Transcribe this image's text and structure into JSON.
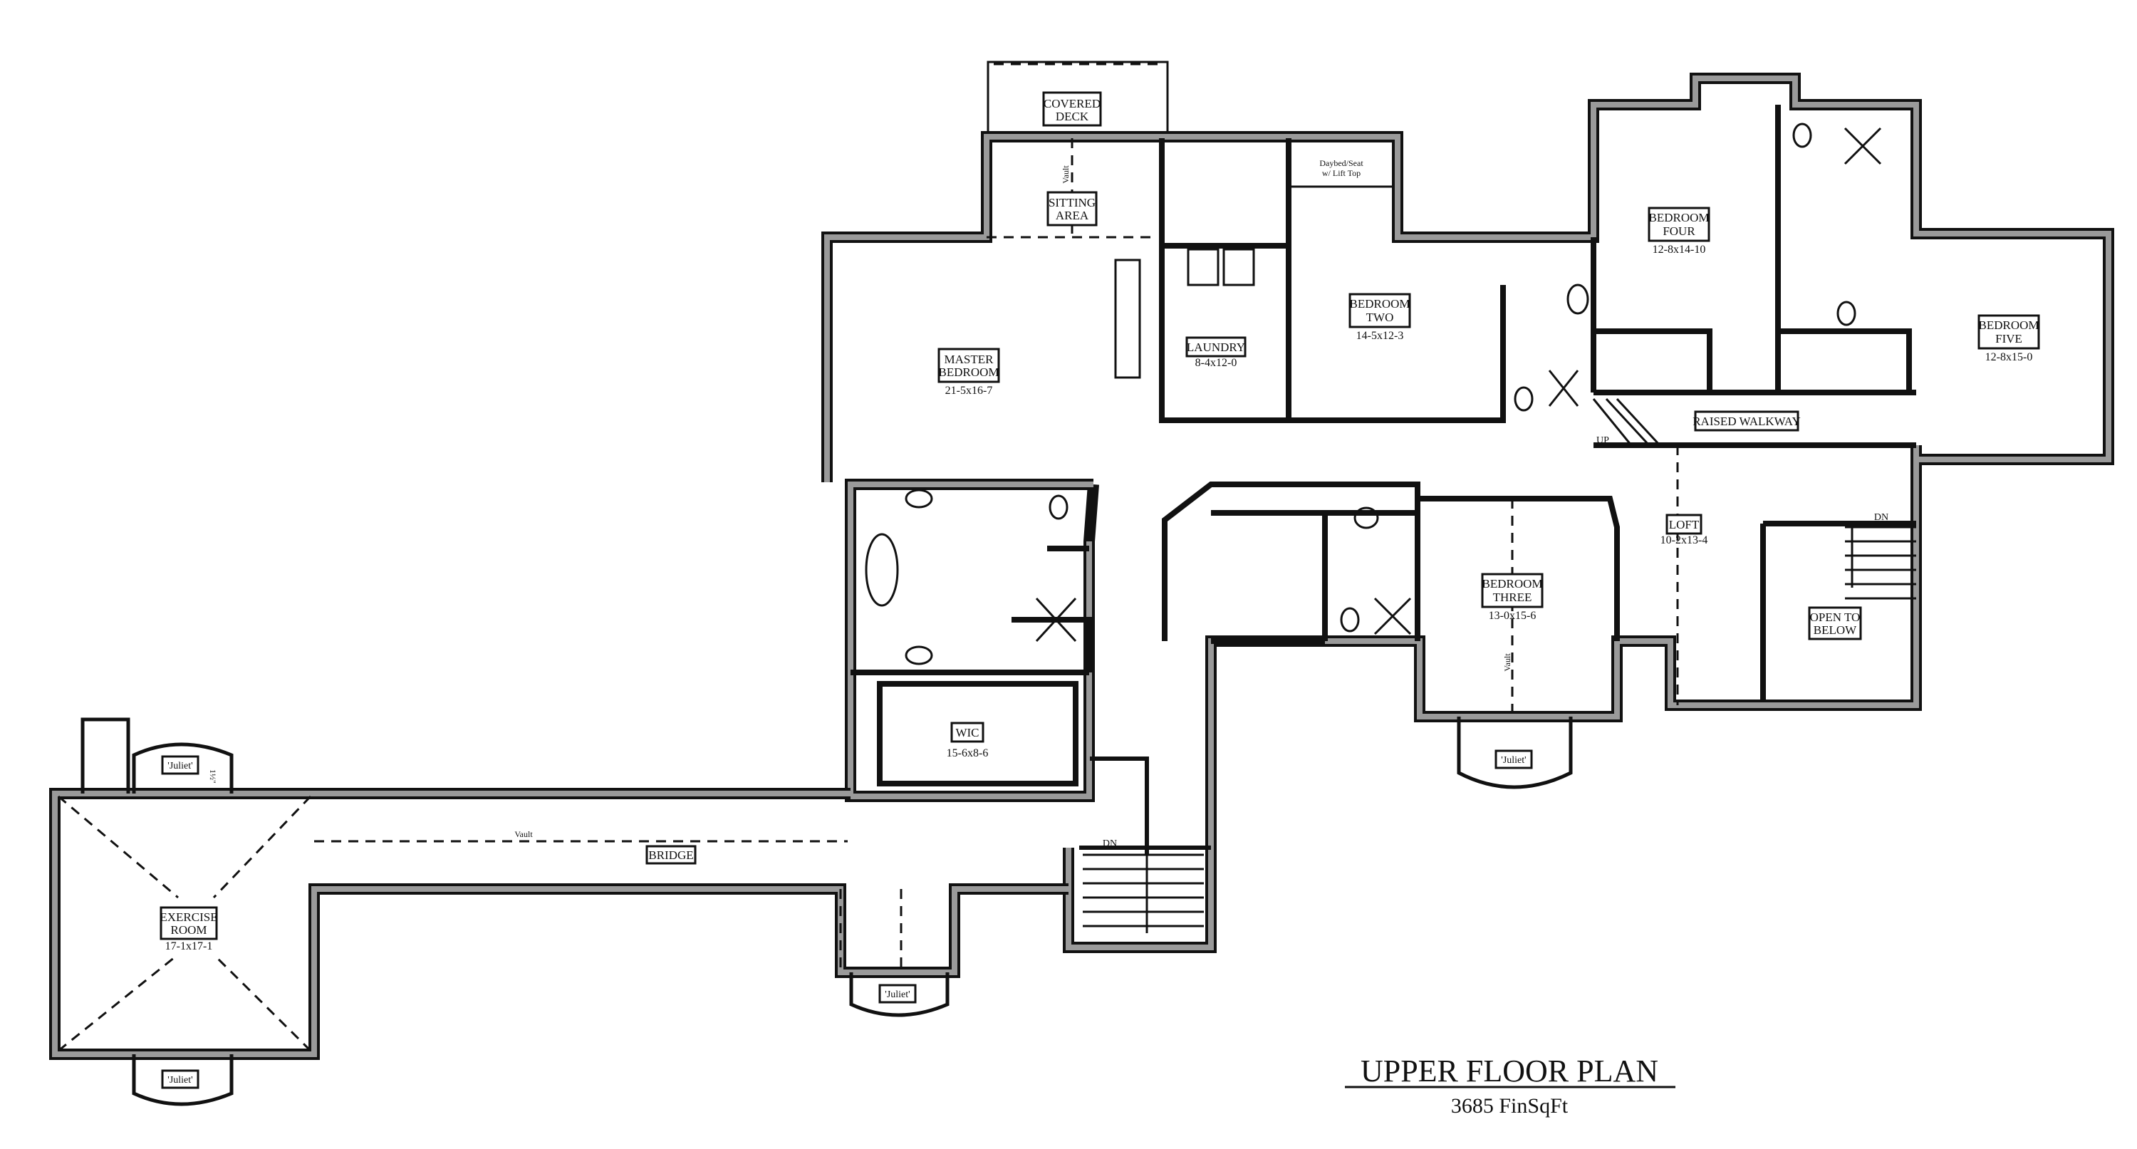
{
  "title": "UPPER FLOOR PLAN",
  "subtitle": "3685 FinSqFt",
  "rooms": {
    "covered_deck": {
      "l1": "COVERED",
      "l2": "DECK"
    },
    "sitting_area": {
      "l1": "SITTING",
      "l2": "AREA"
    },
    "master_bedroom": {
      "l1": "MASTER",
      "l2": "BEDROOM",
      "dim": "21-5x16-7"
    },
    "laundry": {
      "l1": "LAUNDRY",
      "dim": "8-4x12-0"
    },
    "daybed": {
      "l1": "Daybed/Seat",
      "l2": "w/ Lift Top"
    },
    "bedroom_two": {
      "l1": "BEDROOM",
      "l2": "TWO",
      "dim": "14-5x12-3"
    },
    "bedroom_four": {
      "l1": "BEDROOM",
      "l2": "FOUR",
      "dim": "12-8x14-10"
    },
    "bedroom_five": {
      "l1": "BEDROOM",
      "l2": "FIVE",
      "dim": "12-8x15-0"
    },
    "raised_walkway": {
      "l1": "RAISED WALKWAY"
    },
    "loft": {
      "l1": "LOFT",
      "dim": "10-2x13-4"
    },
    "open_to_below": {
      "l1": "OPEN TO",
      "l2": "BELOW"
    },
    "bedroom_three": {
      "l1": "BEDROOM",
      "l2": "THREE",
      "dim": "13-0x15-6"
    },
    "wic": {
      "l1": "WIC",
      "dim": "15-6x8-6"
    },
    "bridge": {
      "l1": "BRIDGE"
    },
    "exercise_room": {
      "l1": "EXERCISE",
      "l2": "ROOM",
      "dim": "17-1x17-1"
    }
  },
  "juliet": "'Juliet'",
  "annotations": {
    "dn": "DN",
    "up": "UP",
    "vault": "Vault",
    "half_inch": "1½\""
  }
}
